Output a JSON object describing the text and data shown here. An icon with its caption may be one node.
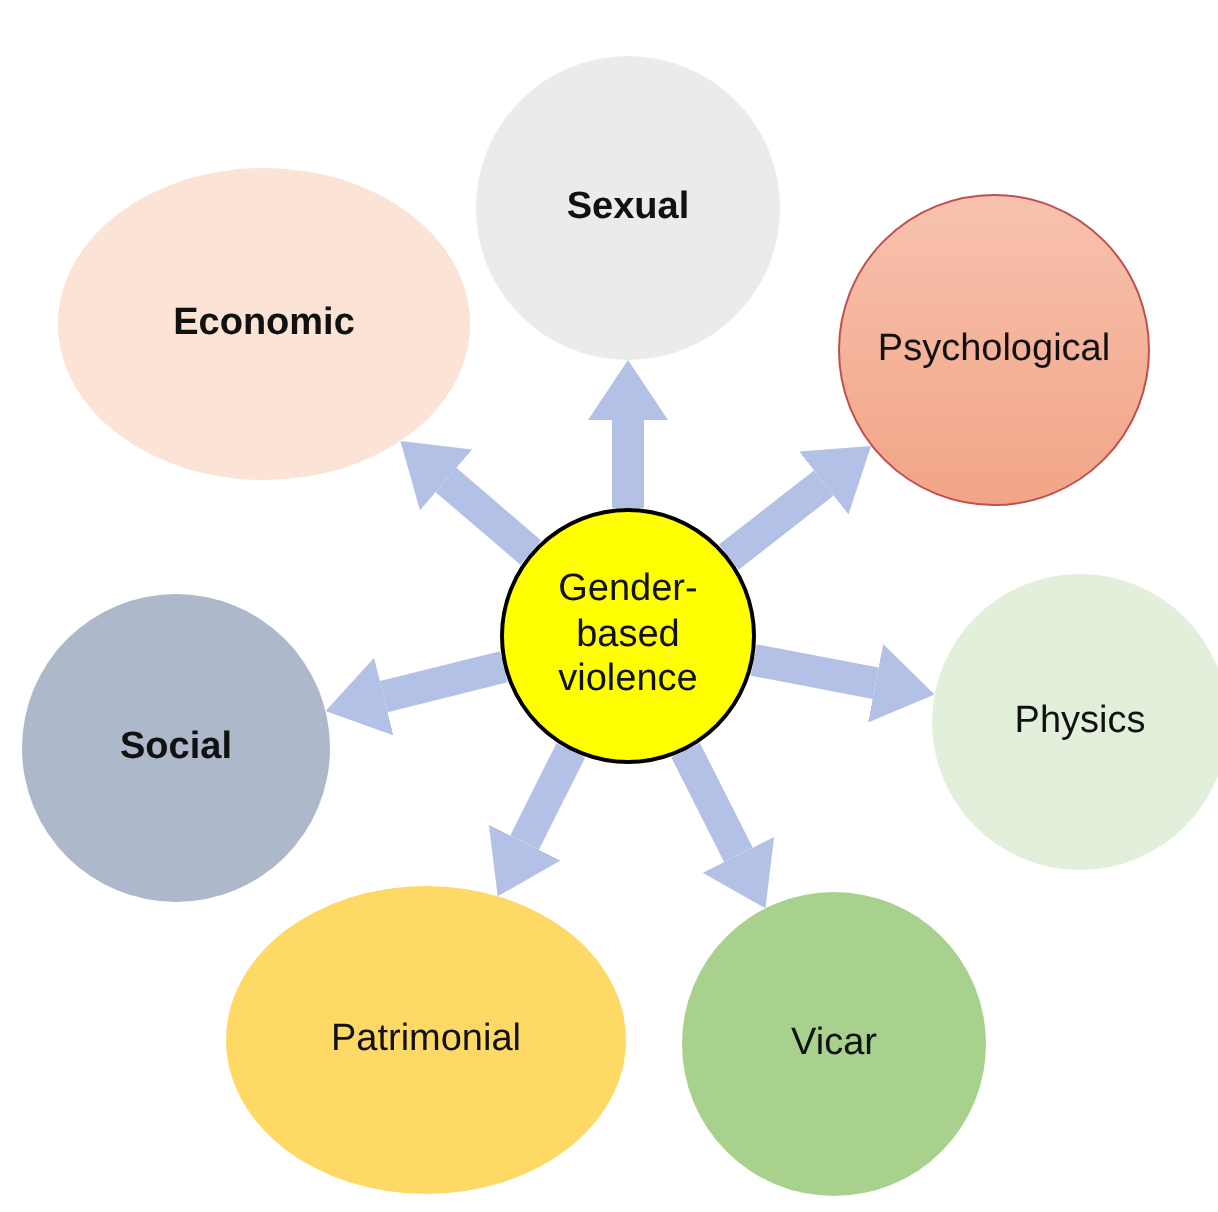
{
  "diagram": {
    "nodes": [
      {
        "text": [
          "Sexual"
        ]
      },
      {
        "text": [
          "Economic"
        ]
      },
      {
        "text": [
          "Psychological"
        ]
      },
      {
        "text": [
          "Gender-based violence"
        ]
      },
      {
        "text": [
          "Social"
        ]
      },
      {
        "text": [
          "Physics"
        ]
      },
      {
        "text": [
          "Patrimonial"
        ]
      },
      {
        "text": [
          "Vicar"
        ]
      }
    ],
    "edges": [
      {
        "from": 3,
        "to": 0,
        "arrow": "to"
      },
      {
        "from": 3,
        "to": 1,
        "arrow": "to"
      },
      {
        "from": 3,
        "to": 2,
        "arrow": "to"
      },
      {
        "from": 3,
        "to": 4,
        "arrow": "to"
      },
      {
        "from": 3,
        "to": 5,
        "arrow": "to"
      },
      {
        "from": 3,
        "to": 6,
        "arrow": "to"
      },
      {
        "from": 3,
        "to": 7,
        "arrow": "to"
      }
    ]
  }
}
